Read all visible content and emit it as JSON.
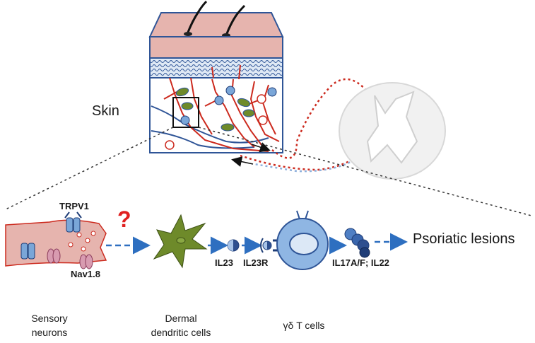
{
  "skin_label": "Skin",
  "receptors": {
    "trpv1": "TRPV1",
    "nav18": "Nav1.8"
  },
  "question_mark": "?",
  "cytokines": {
    "il23": "IL23",
    "il23r": "IL23R",
    "il17": "IL17A/F; IL22"
  },
  "outcome": "Psoriatic lesions",
  "captions": {
    "sensory_1": "Sensory",
    "sensory_2": "neurons",
    "dermal_1": "Dermal",
    "dermal_2": "dendritic cells",
    "tcells": "γδ T cells"
  },
  "colors": {
    "epidermis": "#e6b4ae",
    "outline": "#2f5597",
    "nerve_red": "#cc2a1e",
    "cell_blue": "#7aa6d8",
    "cell_dark": "#1f3d77",
    "arrow_blue": "#2e6fc0",
    "dc_green": "#6e8a2a",
    "question_red": "#e02020"
  }
}
